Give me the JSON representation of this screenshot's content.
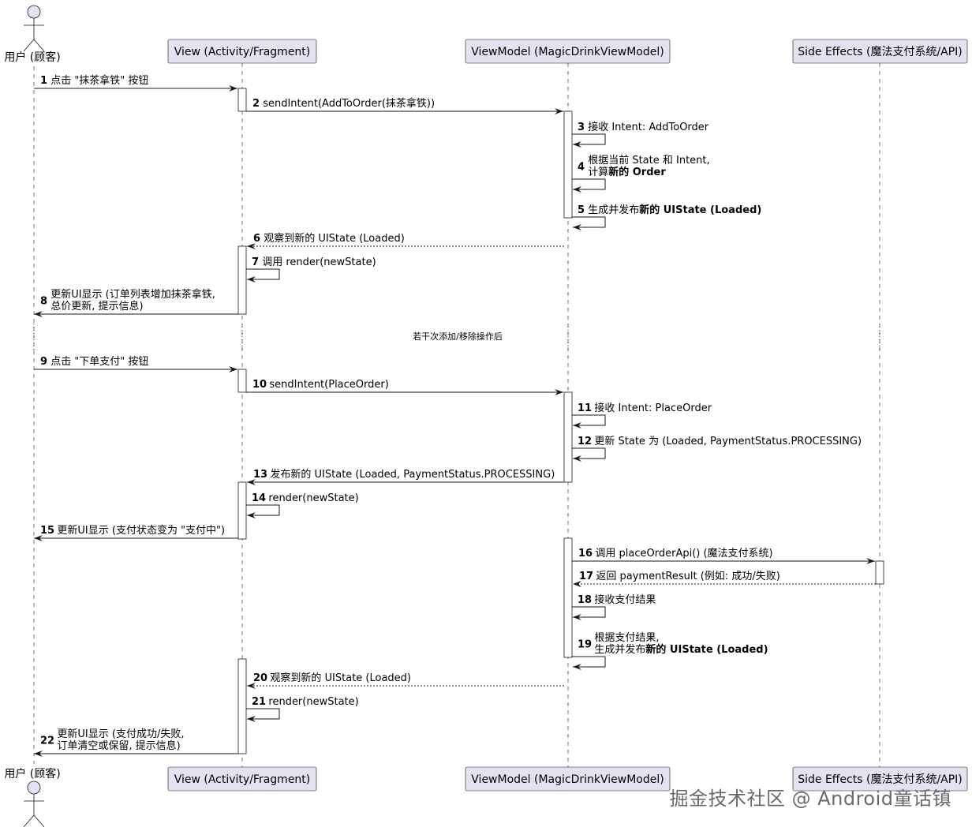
{
  "participants": [
    {
      "id": "user",
      "label": "用户 (顾客)",
      "kind": "actor"
    },
    {
      "id": "view",
      "label": "View (Activity/Fragment)",
      "kind": "box"
    },
    {
      "id": "vm",
      "label": "ViewModel (MagicDrinkViewModel)",
      "kind": "box"
    },
    {
      "id": "api",
      "label": "Side Effects (魔法支付系统/API)",
      "kind": "box"
    }
  ],
  "divider": "若干次添加/移除操作后",
  "messages": [
    {
      "n": "1",
      "from": "user",
      "to": "view",
      "style": "solid",
      "lines": [
        [
          {
            "t": "点击 \"抹茶拿铁\" 按钮"
          }
        ]
      ]
    },
    {
      "n": "2",
      "from": "view",
      "to": "vm",
      "style": "solid",
      "lines": [
        [
          {
            "t": "sendIntent(AddToOrder(抹茶拿铁))"
          }
        ]
      ]
    },
    {
      "n": "3",
      "from": "vm",
      "to": "vm",
      "style": "self",
      "lines": [
        [
          {
            "t": "接收 Intent: AddToOrder"
          }
        ]
      ]
    },
    {
      "n": "4",
      "from": "vm",
      "to": "vm",
      "style": "self",
      "lines": [
        [
          {
            "t": "根据当前 State 和 Intent,"
          }
        ],
        [
          {
            "t": "计算"
          },
          {
            "t": "新的 Order",
            "b": true
          }
        ]
      ]
    },
    {
      "n": "5",
      "from": "vm",
      "to": "vm",
      "style": "self",
      "lines": [
        [
          {
            "t": "生成并发布"
          },
          {
            "t": "新的 UIState (Loaded)",
            "b": true
          }
        ]
      ]
    },
    {
      "n": "6",
      "from": "vm",
      "to": "view",
      "style": "dashed",
      "lines": [
        [
          {
            "t": "观察到新的 UIState (Loaded)"
          }
        ]
      ]
    },
    {
      "n": "7",
      "from": "view",
      "to": "view",
      "style": "self",
      "lines": [
        [
          {
            "t": "调用 render(newState)"
          }
        ]
      ]
    },
    {
      "n": "8",
      "from": "view",
      "to": "user",
      "style": "solid",
      "lines": [
        [
          {
            "t": "更新UI显示 (订单列表增加抹茶拿铁,"
          }
        ],
        [
          {
            "t": "总价更新, 提示信息)"
          }
        ]
      ]
    },
    {
      "n": "9",
      "from": "user",
      "to": "view",
      "style": "solid",
      "lines": [
        [
          {
            "t": "点击 \"下单支付\" 按钮"
          }
        ]
      ]
    },
    {
      "n": "10",
      "from": "view",
      "to": "vm",
      "style": "solid",
      "lines": [
        [
          {
            "t": "sendIntent(PlaceOrder)"
          }
        ]
      ]
    },
    {
      "n": "11",
      "from": "vm",
      "to": "vm",
      "style": "self",
      "lines": [
        [
          {
            "t": "接收 Intent: PlaceOrder"
          }
        ]
      ]
    },
    {
      "n": "12",
      "from": "vm",
      "to": "vm",
      "style": "self",
      "lines": [
        [
          {
            "t": "更新 State 为 (Loaded, PaymentStatus.PROCESSING)"
          }
        ]
      ]
    },
    {
      "n": "13",
      "from": "vm",
      "to": "view",
      "style": "solid",
      "lines": [
        [
          {
            "t": "发布新的 UIState (Loaded, PaymentStatus.PROCESSING)"
          }
        ]
      ]
    },
    {
      "n": "14",
      "from": "view",
      "to": "view",
      "style": "self",
      "lines": [
        [
          {
            "t": "render(newState)"
          }
        ]
      ]
    },
    {
      "n": "15",
      "from": "view",
      "to": "user",
      "style": "solid",
      "lines": [
        [
          {
            "t": "更新UI显示 (支付状态变为 \"支付中\")"
          }
        ]
      ]
    },
    {
      "n": "16",
      "from": "vm",
      "to": "api",
      "style": "solid",
      "lines": [
        [
          {
            "t": "调用 placeOrderApi() (魔法支付系统)"
          }
        ]
      ]
    },
    {
      "n": "17",
      "from": "api",
      "to": "vm",
      "style": "dashed",
      "lines": [
        [
          {
            "t": "返回 paymentResult (例如: 成功/失败)"
          }
        ]
      ]
    },
    {
      "n": "18",
      "from": "vm",
      "to": "vm",
      "style": "self",
      "lines": [
        [
          {
            "t": "接收支付结果"
          }
        ]
      ]
    },
    {
      "n": "19",
      "from": "vm",
      "to": "vm",
      "style": "self",
      "lines": [
        [
          {
            "t": "根据支付结果,"
          }
        ],
        [
          {
            "t": "生成并发布"
          },
          {
            "t": "新的 UIState (Loaded)",
            "b": true
          }
        ]
      ]
    },
    {
      "n": "20",
      "from": "vm",
      "to": "view",
      "style": "dashed",
      "lines": [
        [
          {
            "t": "观察到新的 UIState (Loaded)"
          }
        ]
      ]
    },
    {
      "n": "21",
      "from": "view",
      "to": "view",
      "style": "self",
      "lines": [
        [
          {
            "t": "render(newState)"
          }
        ]
      ]
    },
    {
      "n": "22",
      "from": "view",
      "to": "user",
      "style": "solid",
      "lines": [
        [
          {
            "t": "更新UI显示 (支付成功/失败,"
          }
        ],
        [
          {
            "t": "订单清空或保留, 提示信息)"
          }
        ]
      ]
    }
  ],
  "watermark": "掘金技术社区 @ Android童话镇"
}
